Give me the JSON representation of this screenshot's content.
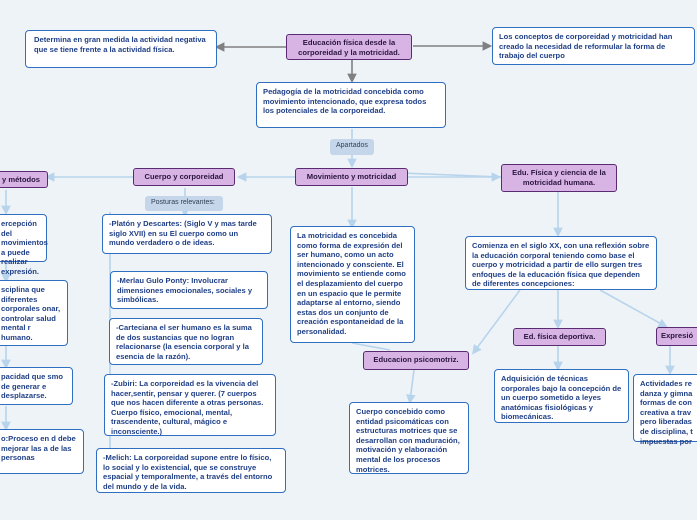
{
  "root": "Educación física desde la corporeidad y la motricidad.",
  "left_note": "Determina en gran medida la actividad negativa que se tiene frente a la actividad física.",
  "right_note": "Los conceptos de corporeidad y motricidad han creado la necesidad de reformular la forma de trabajo del cuerpo",
  "pedagogy": "Pedagogía de la motricidad concebida como movimiento intencionado, que expresa todos los potenciales de la corporeidad.",
  "link_apartados": "Apartados",
  "link_posturas": "Posturas relevantes:",
  "branches": {
    "methods": "y métodos",
    "body": "Cuerpo y corporeidad",
    "movement": "Movimiento y motricidad",
    "edu": "Edu. Física y ciencia de la motricidad humana."
  },
  "left_column": [
    "ercepción del movimientos a puede realizar expresión.",
    "sciplina que diferentes corporales onar, controlar salud mental r humano.",
    "pacidad que smo de generar e desplazarse.",
    "o:Proceso en d debe mejorar las a de las personas"
  ],
  "postures": [
    "-Platón y Descartes: (Siglo V y mas tarde siglo XVII) en su El cuerpo como un mundo verdadero o de ideas.",
    "-Merlau Gulo Ponty: Involucrar dimensiones emocionales, sociales y simbólicas.",
    "-Carteciana el ser humano es la suma de dos sustancias que no logran relacionarse (la esencia corporal y la esencia de la razón).",
    "-Zubiri: La corporeidad es la vivencia del hacer,sentir, pensar y querer. (7 cuerpos que nos hacen diferente a otras personas. Cuerpo físico, emocional, mental, trascendente, cultural, mágico e inconsciente.)",
    "-Melich: La corporeidad supone entre lo físico, lo social y lo existencial, que se construye espacial y temporalmente, a través del entorno del mundo y de la vida."
  ],
  "motricity_note": "La motricidad es concebida como forma de expresión del ser humano, como un acto intencionado y consciente. El movimiento se entiende como el desplazamiento del cuerpo en un espacio que le permite adaptarse al entorno, siendo estas dos un conjunto de creación espontaneidad de la personalidad.",
  "psychomotor": "Educacion psicomotriz.",
  "psychomotor_note": "Cuerpo concebido como entidad psicomáticas con estructuras motrices que se desarrollan con maduración, motivación y elaboración mental de los procesos motrices.",
  "century_note": "Comienza en el siglo XX, con una reflexión sobre la educación corporal teniendo como base el cuerpo y motricidad a partir de ello surgen tres enfoques de la educación física que dependen de diferentes concepciones:",
  "sport": "Ed. física deportiva.",
  "sport_note": "Adquisición de técnicas corporales bajo la concepción de un cuerpo sometido a leyes anatómicas fisiológicas y biomecánicas.",
  "expression": "Expresió",
  "expression_note": "Actividades re danza y gimna formas de con creativa a trav pero liberadas de disciplina, t impuestas por"
}
